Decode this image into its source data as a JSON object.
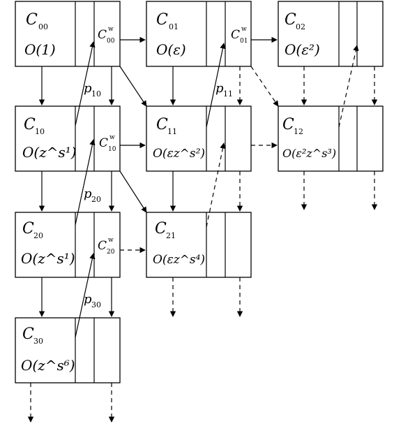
{
  "nodes": {
    "c00": {
      "name": "C",
      "idx": "00",
      "order": "O(1)",
      "w": "C",
      "widx": "00",
      "wsup": "w"
    },
    "c01": {
      "name": "C",
      "idx": "01",
      "order": "O(ε)",
      "w": "C",
      "widx": "01",
      "wsup": "w"
    },
    "c02": {
      "name": "C",
      "idx": "02",
      "order": "O(ε²)"
    },
    "c10": {
      "name": "C",
      "idx": "10",
      "order": "O(z^s¹)",
      "w": "C",
      "widx": "10",
      "wsup": "w"
    },
    "c11": {
      "name": "C",
      "idx": "11",
      "order": "O(εz^s²)"
    },
    "c12": {
      "name": "C",
      "idx": "12",
      "order": "O(ε²z^s³)"
    },
    "c20": {
      "name": "C",
      "idx": "20",
      "order": "O(z^s¹)",
      "w": "C",
      "widx": "20",
      "wsup": "w"
    },
    "c21": {
      "name": "C",
      "idx": "21",
      "order": "O(εz^s⁴)"
    },
    "c30": {
      "name": "C",
      "idx": "30",
      "order": "O(z^s⁶)"
    }
  },
  "labels": {
    "p10": {
      "name": "p",
      "idx": "10"
    },
    "p11": {
      "name": "p",
      "idx": "11"
    },
    "p20": {
      "name": "p",
      "idx": "20"
    },
    "p30": {
      "name": "p",
      "idx": "30"
    }
  }
}
